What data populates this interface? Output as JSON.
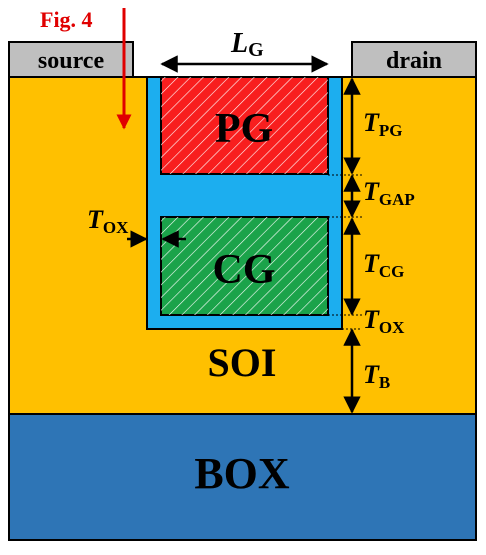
{
  "colors": {
    "soi": "#FFC000",
    "box": "#2E75B6",
    "oxide": "#1CAEEF",
    "pg": "#F81E1E",
    "cg": "#1BA34A",
    "contact": "#BFBFBF",
    "fig_arrow": "#E00000",
    "outline": "#000000"
  },
  "labels": {
    "fig": "Fig. 4",
    "source": "source",
    "drain": "drain",
    "pg": "PG",
    "cg": "CG",
    "soi": "SOI",
    "box": "BOX"
  },
  "dimensions": {
    "lg": {
      "main": "L",
      "sub": "G"
    },
    "tpg": {
      "main": "T",
      "sub": "PG"
    },
    "tgap": {
      "main": "T",
      "sub": "GAP"
    },
    "tcg": {
      "main": "T",
      "sub": "CG"
    },
    "tox_right": {
      "main": "T",
      "sub": "OX"
    },
    "tb": {
      "main": "T",
      "sub": "B"
    },
    "tox_left": {
      "main": "T",
      "sub": "OX"
    }
  },
  "icons": {
    "fig_arrow": "down-arrow-icon",
    "dimension_arrow": "double-headed-arrow-icon"
  }
}
